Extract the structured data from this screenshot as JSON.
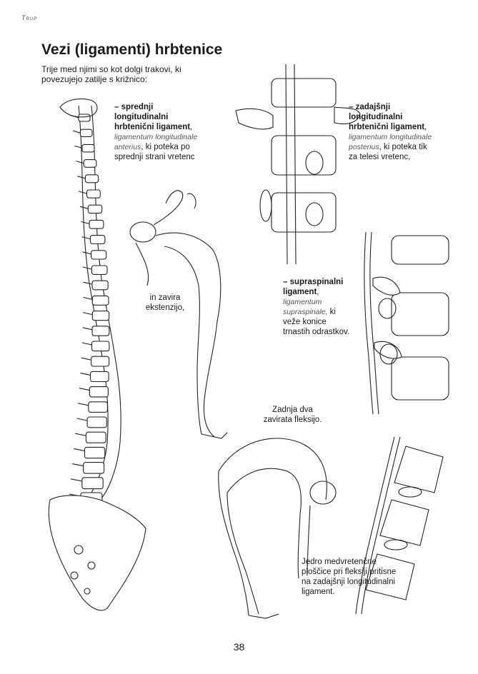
{
  "page": {
    "running_head": "Trup",
    "title": "Vezi (ligamenti) hrbtenice",
    "intro": "Trije med njimi so kot dolgi trakovi, ki povezujejo zatilje s križnico:",
    "page_number": "38"
  },
  "captions": {
    "anterior": {
      "bold": "– sprednji longitudinalni hrbtenični ligament",
      "latin": "ligamentum longitudinale anterius",
      "rest": ", ki poteka po sprednji strani vretenc"
    },
    "extension": "in zavira ekstenzijo,",
    "posterior": {
      "bold": "– zadajšnji longitudinalni hrbtenični ligament",
      "latin": "ligamentum longitudinale posterius",
      "rest": ", ki poteka tik za telesi vretenc,"
    },
    "supraspinal": {
      "bold": "– supraspinalni ligament",
      "latin": "ligamentum supraspinale,",
      "rest": "ki veže konice trnastih odrastkov."
    },
    "flexion": "Zadnja dva zavirata fleksijo.",
    "disc": "Jedro medvretenčne ploščice pri fleksiji pritisne na zadajšnji longitudinalni ligament."
  },
  "icons": [
    "spine-illustration",
    "backbend-figure-illustration",
    "posterior-ligament-illustration",
    "supraspinal-ligament-illustration",
    "forward-bend-figure-illustration",
    "disc-section-illustration"
  ]
}
